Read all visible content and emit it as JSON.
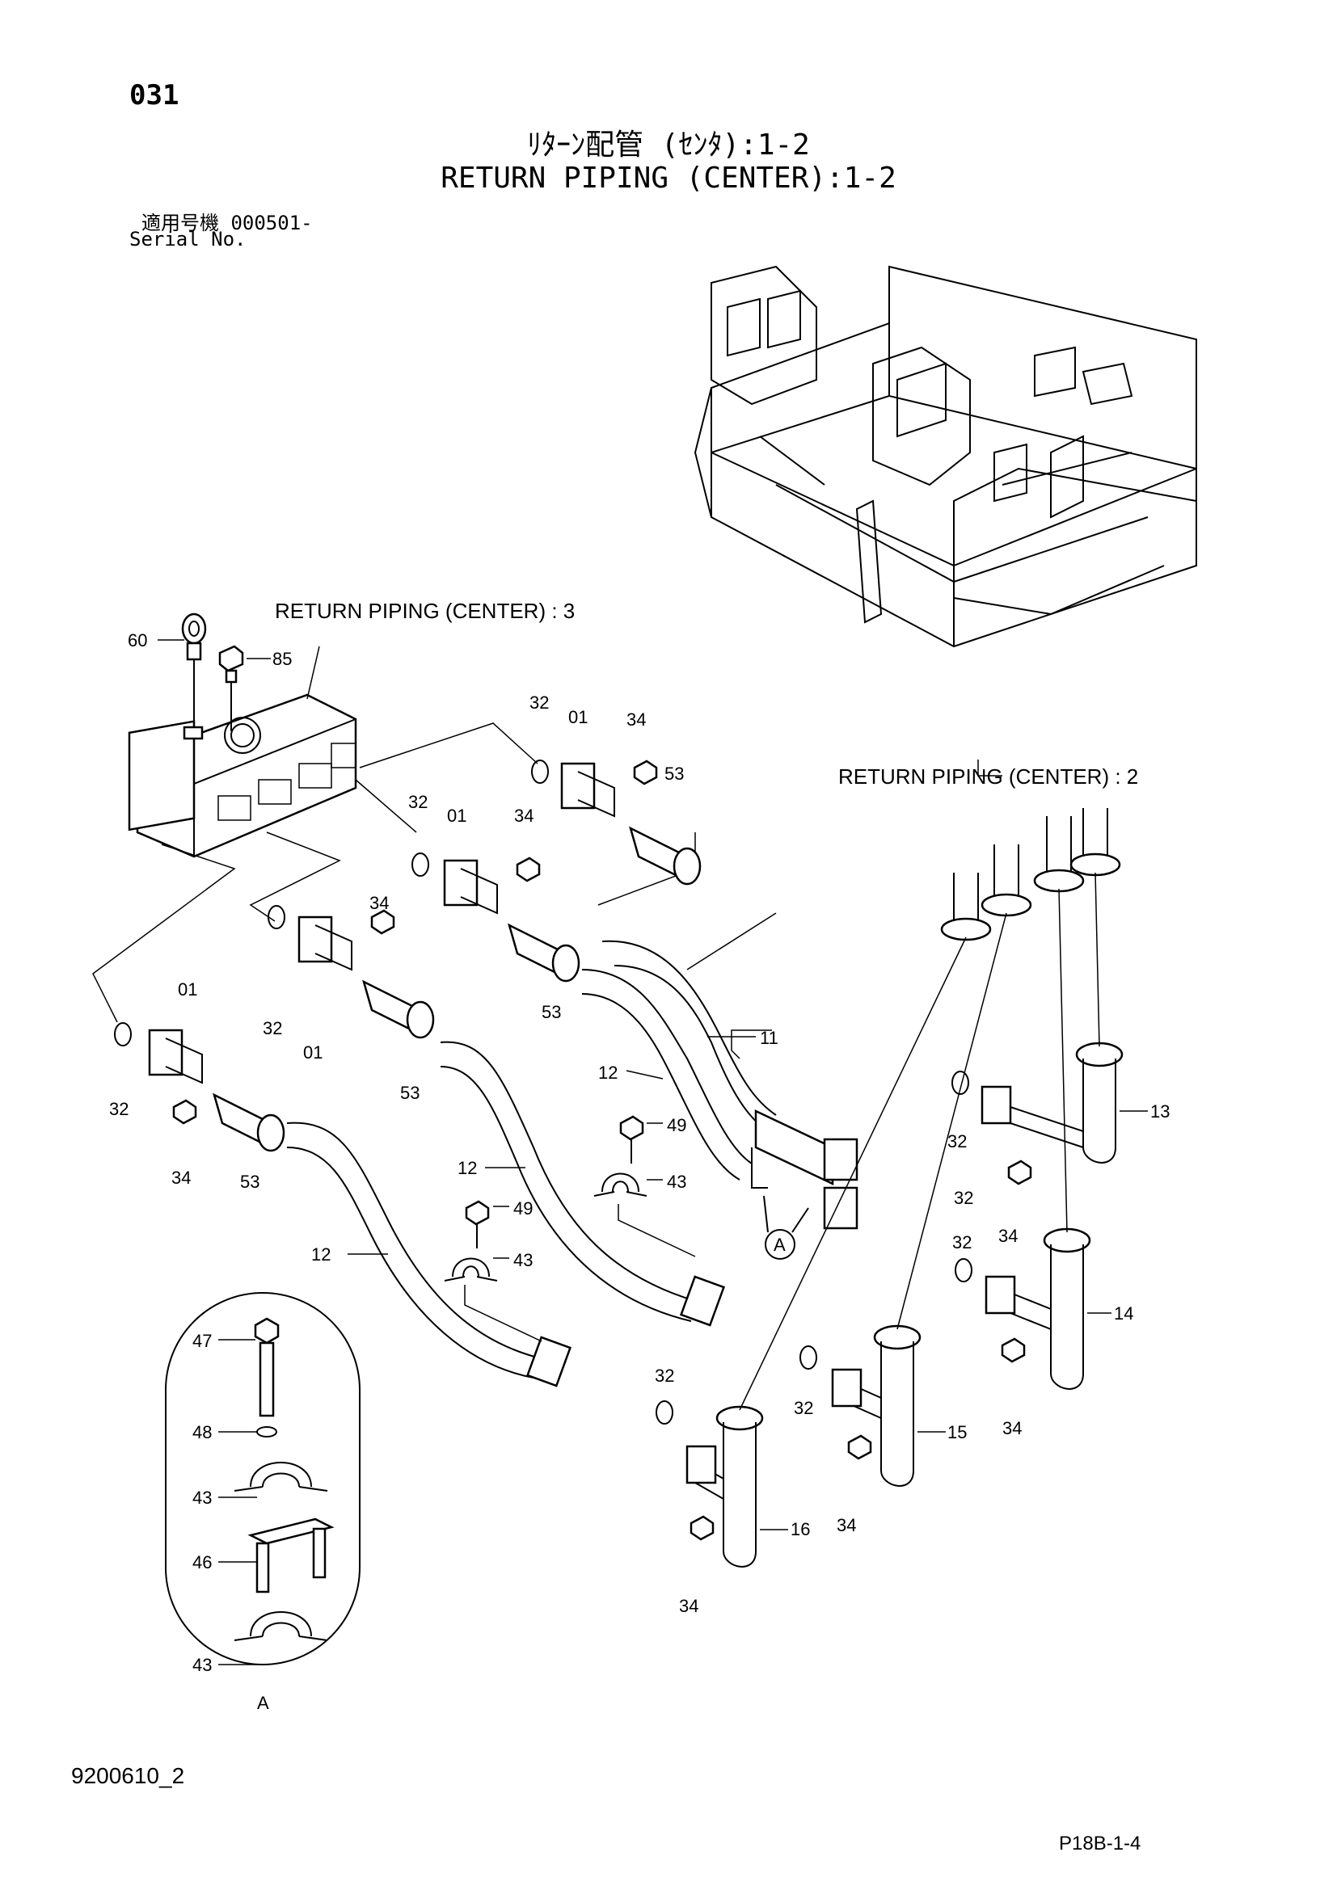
{
  "header": {
    "page_number": "031",
    "title_jp": "ﾘﾀｰﾝ配管 (ｾﾝﾀ):1-2",
    "title_en": "RETURN PIPING (CENTER):1-2",
    "serial_label_jp": "適用号機 000501-",
    "serial_label_en": "Serial No."
  },
  "references": {
    "ref_3": "RETURN  PIPING (CENTER) : 3",
    "ref_2": "RETURN  PIPING (CENTER) : 2"
  },
  "callouts": [
    "60",
    "85",
    "32",
    "01",
    "34",
    "53",
    "32",
    "01",
    "34",
    "34",
    "32",
    "01",
    "53",
    "01",
    "32",
    "53",
    "34",
    "53",
    "11",
    "12",
    "13",
    "49",
    "43",
    "12",
    "49",
    "43",
    "32",
    "32",
    "34",
    "12",
    "32",
    "14",
    "15",
    "34",
    "32",
    "16",
    "34",
    "34",
    "32",
    "47",
    "48",
    "43",
    "46",
    "43",
    "A",
    "A"
  ],
  "footer": {
    "doc_code": "9200610_2",
    "page_code": "P18B-1-4"
  }
}
